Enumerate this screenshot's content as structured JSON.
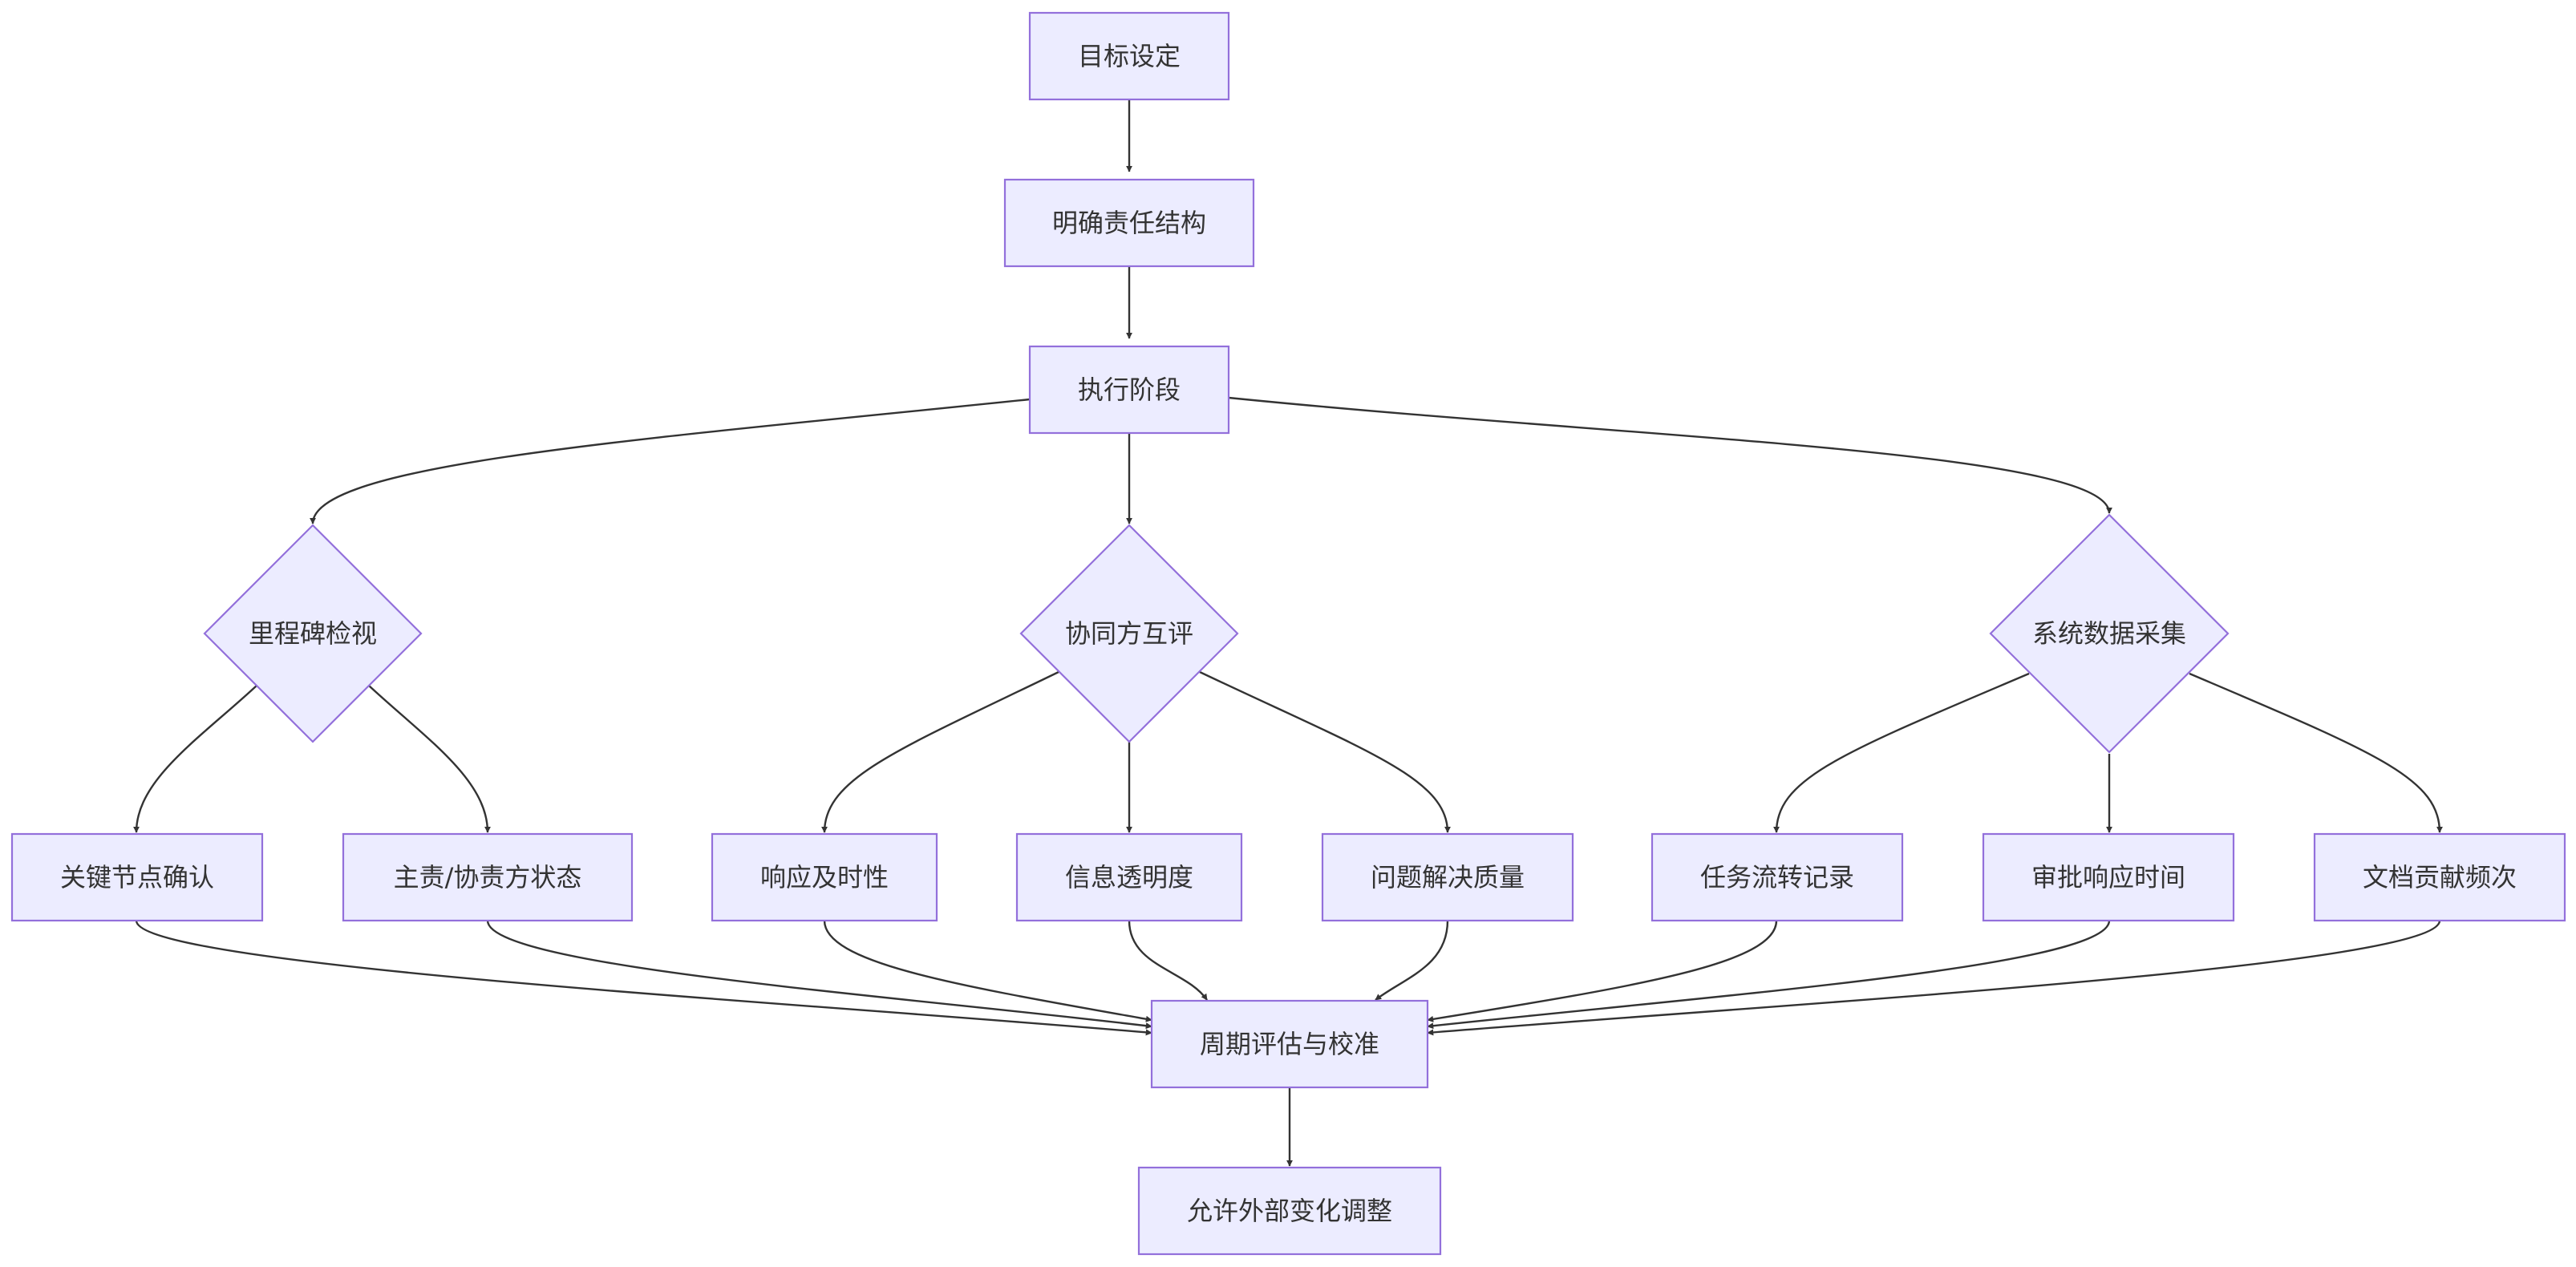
{
  "nodes": {
    "goal": "目标设定",
    "responsibility": "明确责任结构",
    "execution": "执行阶段",
    "milestone": "里程碑检视",
    "peer_review": "协同方互评",
    "data_collection": "系统数据采集",
    "key_node": "关键节点确认",
    "owner_status": "主责/协责方状态",
    "timeliness": "响应及时性",
    "transparency": "信息透明度",
    "resolution": "问题解决质量",
    "task_flow": "任务流转记录",
    "approval_time": "审批响应时间",
    "doc_frequency": "文档贡献频次",
    "calibration": "周期评估与校准",
    "adjustment": "允许外部变化调整"
  },
  "colors": {
    "node_fill": "#ECECFF",
    "node_stroke": "#9370DB",
    "edge": "#333333",
    "text": "#333333"
  },
  "edges": [
    [
      "goal",
      "responsibility"
    ],
    [
      "responsibility",
      "execution"
    ],
    [
      "execution",
      "milestone"
    ],
    [
      "execution",
      "peer_review"
    ],
    [
      "execution",
      "data_collection"
    ],
    [
      "milestone",
      "key_node"
    ],
    [
      "milestone",
      "owner_status"
    ],
    [
      "peer_review",
      "timeliness"
    ],
    [
      "peer_review",
      "transparency"
    ],
    [
      "peer_review",
      "resolution"
    ],
    [
      "data_collection",
      "task_flow"
    ],
    [
      "data_collection",
      "approval_time"
    ],
    [
      "data_collection",
      "doc_frequency"
    ],
    [
      "key_node",
      "calibration"
    ],
    [
      "owner_status",
      "calibration"
    ],
    [
      "timeliness",
      "calibration"
    ],
    [
      "transparency",
      "calibration"
    ],
    [
      "resolution",
      "calibration"
    ],
    [
      "task_flow",
      "calibration"
    ],
    [
      "approval_time",
      "calibration"
    ],
    [
      "doc_frequency",
      "calibration"
    ],
    [
      "calibration",
      "adjustment"
    ]
  ]
}
